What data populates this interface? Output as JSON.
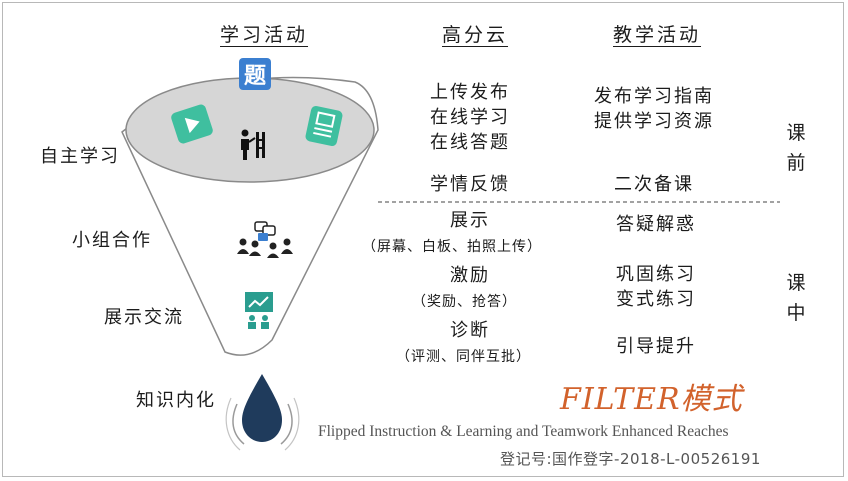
{
  "headers": {
    "student": "学习活动",
    "platform": "高分云",
    "teacher": "教学活动"
  },
  "stages_left": [
    "自主学习",
    "小组合作",
    "展示交流",
    "知识内化"
  ],
  "platform_items": {
    "pre": [
      "上传发布",
      "在线学习",
      "在线答题"
    ],
    "feedback": "学情反馈",
    "show": "展示",
    "show_detail": "（屏幕、白板、拍照上传）",
    "reward": "激励",
    "reward_detail": "（奖励、抢答）",
    "diagnose": "诊断",
    "diagnose_detail": "（评测、同伴互批）"
  },
  "teacher_items": {
    "pre": [
      "发布学习指南",
      "提供学习资源"
    ],
    "prep": "二次备课",
    "answer": "答疑解惑",
    "practice": [
      "巩固练习",
      "变式练习"
    ],
    "guide": "引导提升"
  },
  "phases": {
    "before": "课前",
    "during": "课中"
  },
  "brand": {
    "title": "FILTER模式",
    "english": "Flipped Instruction & Learning and Teamwork Enhanced Reaches",
    "registration": "登记号:国作登字-2018-L-00526191"
  },
  "icons": {
    "question": "题",
    "question_color": "#3b7fd0",
    "video_color": "#3fbf9f",
    "doc_color": "#3fbf9f",
    "teaching_color": "#2a9d8f"
  }
}
